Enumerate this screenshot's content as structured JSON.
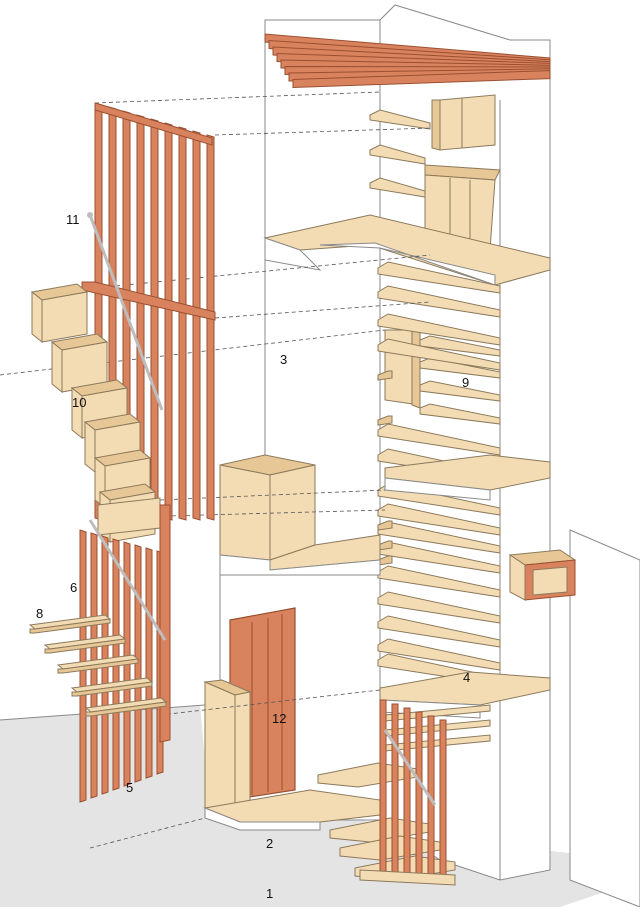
{
  "labels": {
    "l1": "1",
    "l2": "2",
    "l3": "3",
    "l4": "4",
    "l5": "5",
    "l6": "6",
    "l8": "8",
    "l9": "9",
    "l10": "10",
    "l11": "11",
    "l12": "12"
  },
  "colors": {
    "timber": "#d9835e",
    "timber_edge": "#9a4f30",
    "board": "#f3dcb4",
    "board_dark": "#e6c795",
    "board_edge": "#8c7a5c",
    "wall": "#ffffff",
    "wall_edge": "#8a8a8a",
    "ground": "#e4e4e4",
    "dashes": "#555555",
    "rod": "#bdbdbd"
  }
}
